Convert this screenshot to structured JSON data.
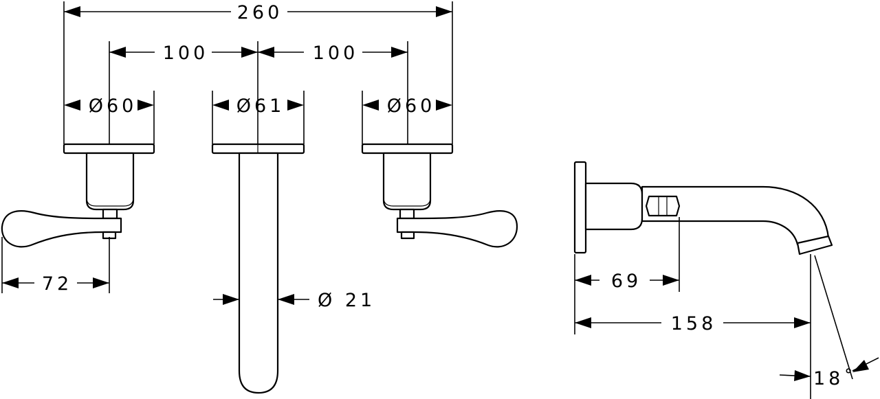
{
  "dimensions": {
    "overall_width": "260",
    "left_spacing": "100",
    "right_spacing": "100",
    "left_rosette_dia": "Ø60",
    "center_rosette_dia": "Ø61",
    "right_rosette_dia": "Ø60",
    "handle_length": "72",
    "spout_dia": "Ø 21",
    "rosette_to_handle_depth": "69",
    "spout_projection": "158",
    "spout_angle": "18˚"
  },
  "colors": {
    "line": "#000000",
    "background": "#ffffff"
  }
}
